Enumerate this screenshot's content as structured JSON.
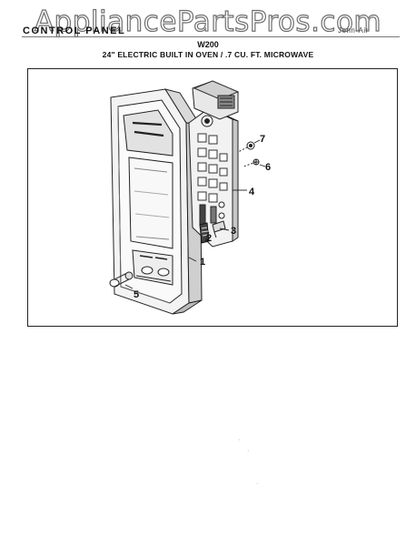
{
  "watermark": "AppliancePartsPros.com",
  "header": {
    "section_title": "CONTROL PANEL",
    "brand_mark": "Jenn-Air",
    "model_code": "W200",
    "model_description": "24\" ELECTRIC BUILT IN OVEN / .7 CU. FT. MICROWAVE"
  },
  "diagram": {
    "callouts": [
      {
        "label": "1"
      },
      {
        "label": "2"
      },
      {
        "label": "3"
      },
      {
        "label": "4"
      },
      {
        "label": "5"
      },
      {
        "label": "6"
      },
      {
        "label": "7"
      }
    ]
  }
}
